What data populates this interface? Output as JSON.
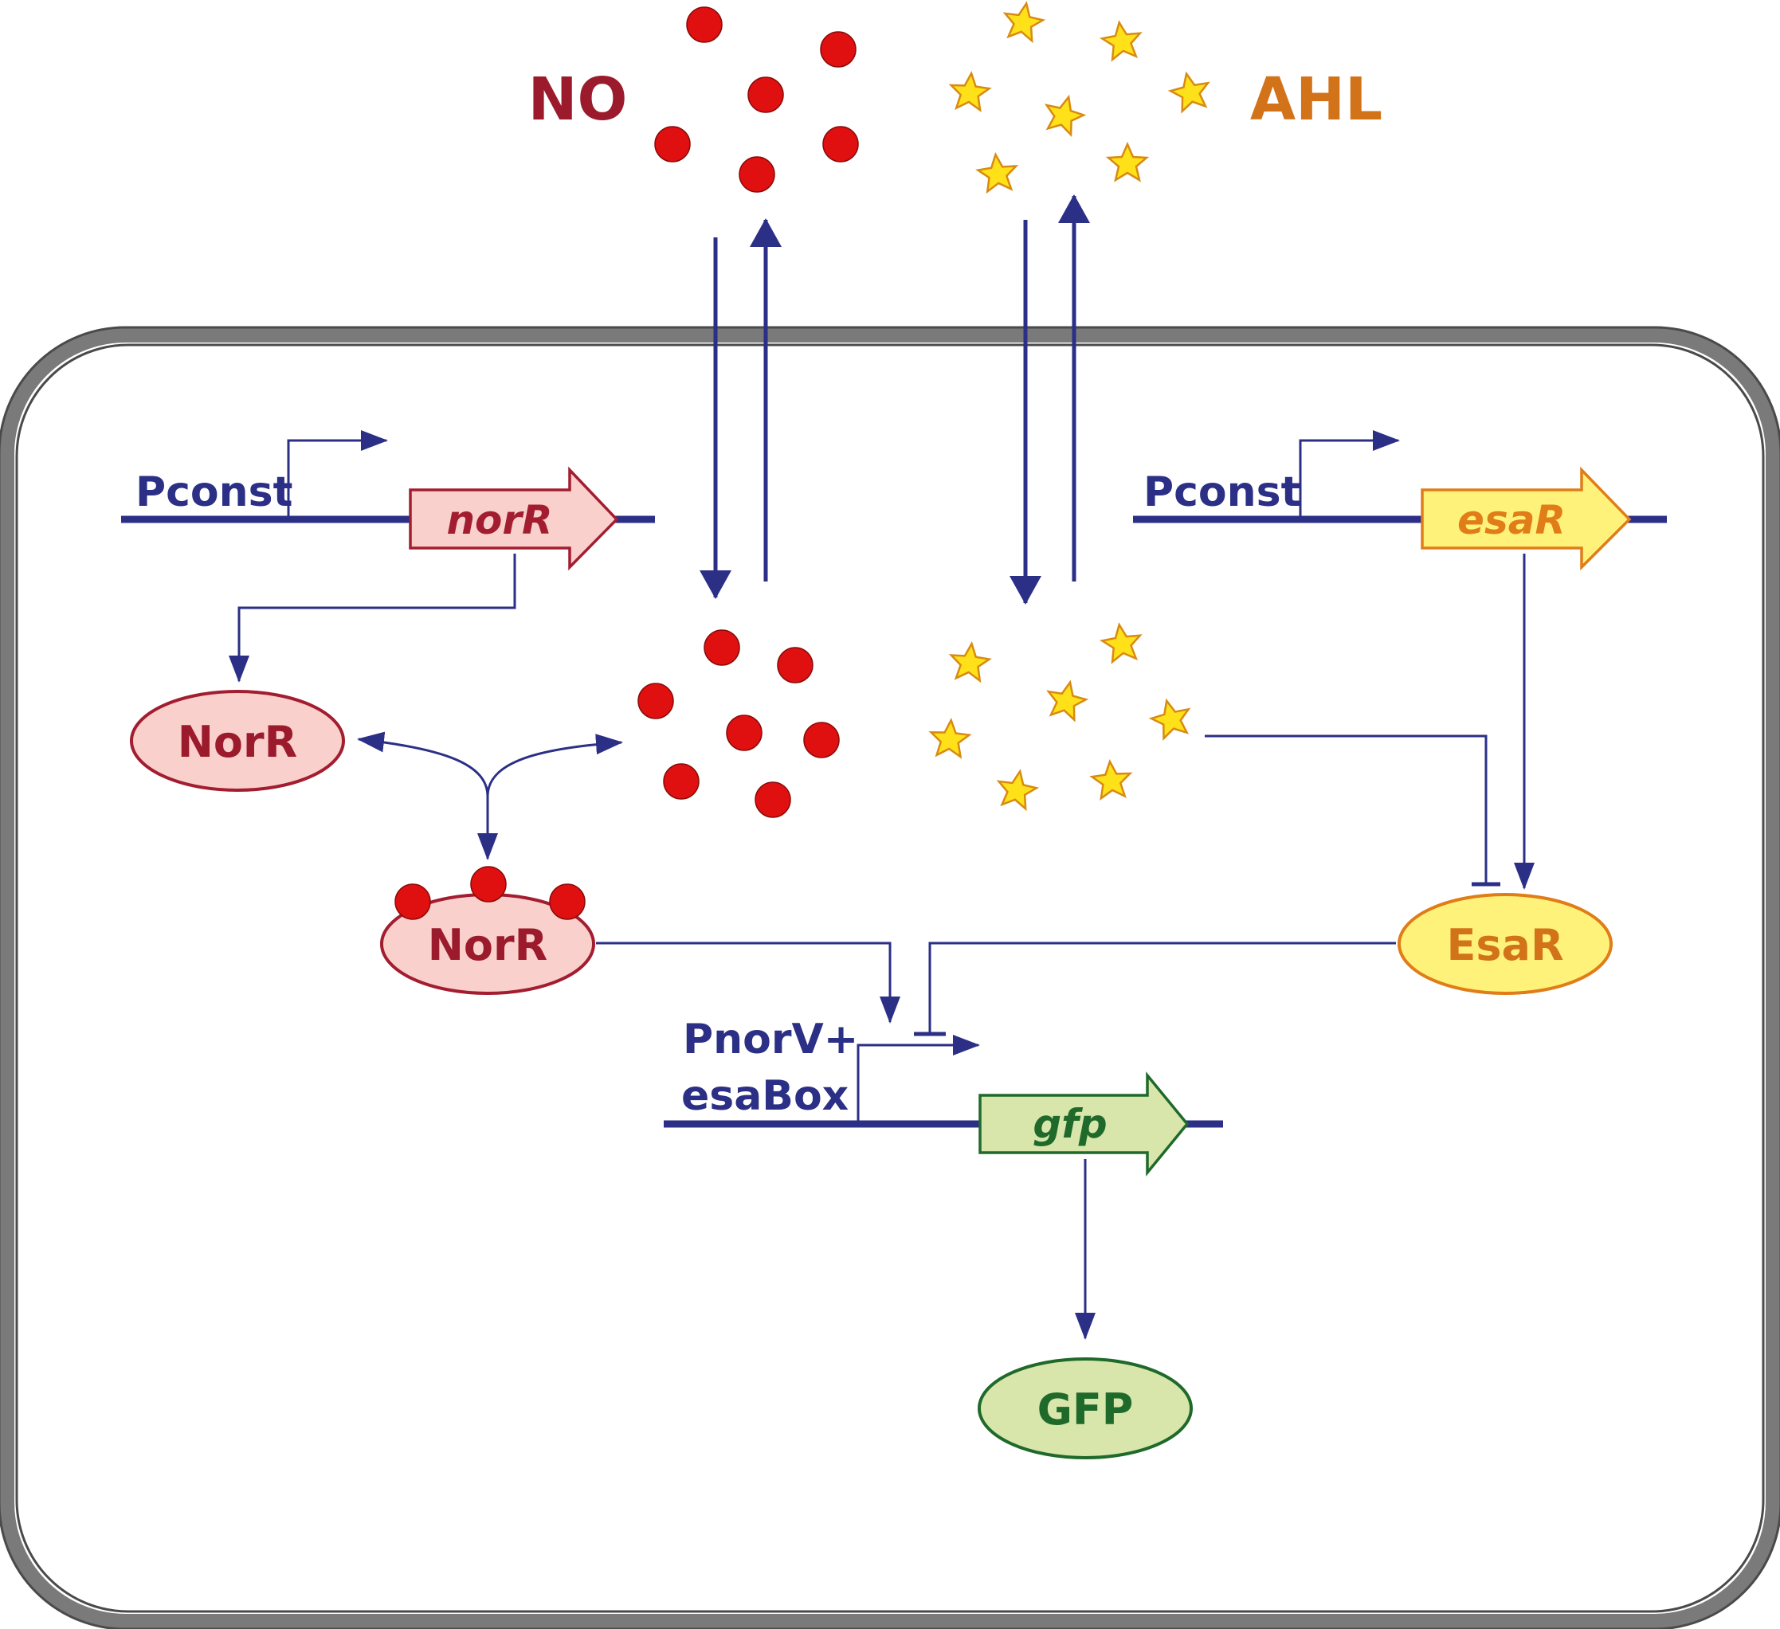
{
  "labels": {
    "no": "NO",
    "ahl": "AHL",
    "pconst_left": "Pconst",
    "pconst_right": "Pconst",
    "norR_gene": "norR",
    "esaR_gene": "esaR",
    "norR_protein": "NorR",
    "norR_bound": "NorR",
    "esaR_protein": "EsaR",
    "promoter_line1": "PnorV+",
    "promoter_line2": "esaBox",
    "gfp_gene": "gfp",
    "gfp_protein": "GFP"
  },
  "colors": {
    "navy": "#2b2f86",
    "membrane": "#7a7a7a",
    "no_red": "#e01010",
    "no_text": "#9b1b2c",
    "ahl_text": "#d2731a",
    "star_fill": "#ffe11a",
    "star_stroke": "#d98a10",
    "norR_fill": "#f9d0cc",
    "norR_stroke": "#a31d30",
    "esaR_fill": "#fff27a",
    "esaR_stroke": "#e07d18",
    "gfp_fill": "#d8e6ac",
    "gfp_stroke": "#1f6a2a"
  }
}
